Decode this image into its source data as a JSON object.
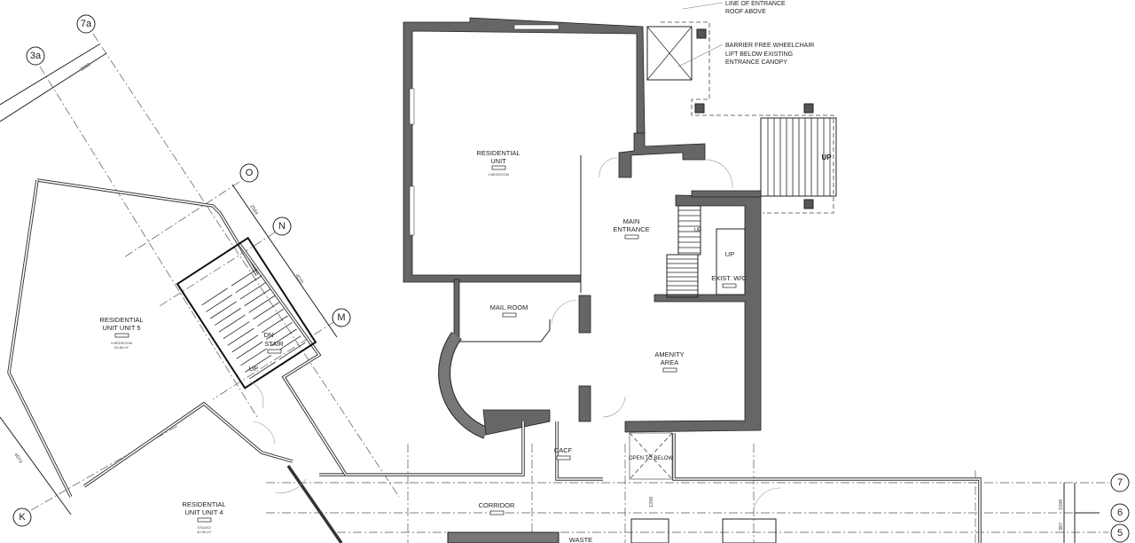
{
  "rooms": {
    "residential_unit": {
      "name_line1": "RESIDENTIAL",
      "name_line2": "UNIT",
      "type": "1 BEDROOM"
    },
    "main_entrance": {
      "name_line1": "MAIN",
      "name_line2": "ENTRANCE"
    },
    "mail_room": {
      "name": "MAIL ROOM"
    },
    "amenity_area": {
      "name_line1": "AMENITY",
      "name_line2": "AREA"
    },
    "exist_wc": {
      "name": "EXIST. W/C"
    },
    "unit5": {
      "name_line1": "RESIDENTIAL",
      "name_line2": "UNIT UNIT 5",
      "type": "2-BEDROOM",
      "area": "63.86 m²"
    },
    "unit4": {
      "name_line1": "RESIDENTIAL",
      "name_line2": "UNIT UNIT 4",
      "type": "STUDIO",
      "area": "40.90 m²"
    },
    "stair": {
      "name": "STAIR",
      "dn": "DN",
      "up": "UP"
    },
    "cacf": {
      "name": "CACF"
    },
    "corridor": {
      "name": "CORRIDOR"
    },
    "waste": {
      "name": "WASTE"
    },
    "open_below": {
      "name": "OPEN TO BELOW"
    }
  },
  "stair_labels": {
    "up": "UP"
  },
  "notes": {
    "roof_line1": "LINE OF ENTRANCE",
    "roof_line2": "ROOF ABOVE",
    "lift_line1": "BARRIER FREE WHEELCHAIR",
    "lift_line2": "LIFT BELOW EXISTING",
    "lift_line3": "ENTRANCE CANOPY"
  },
  "grid_bubbles": [
    "7a",
    "3a",
    "O",
    "N",
    "M",
    "K",
    "7",
    "6",
    "5"
  ],
  "dimensions": [
    "2250",
    "2564",
    "4070",
    "4074",
    "1250",
    "1598",
    "387"
  ]
}
